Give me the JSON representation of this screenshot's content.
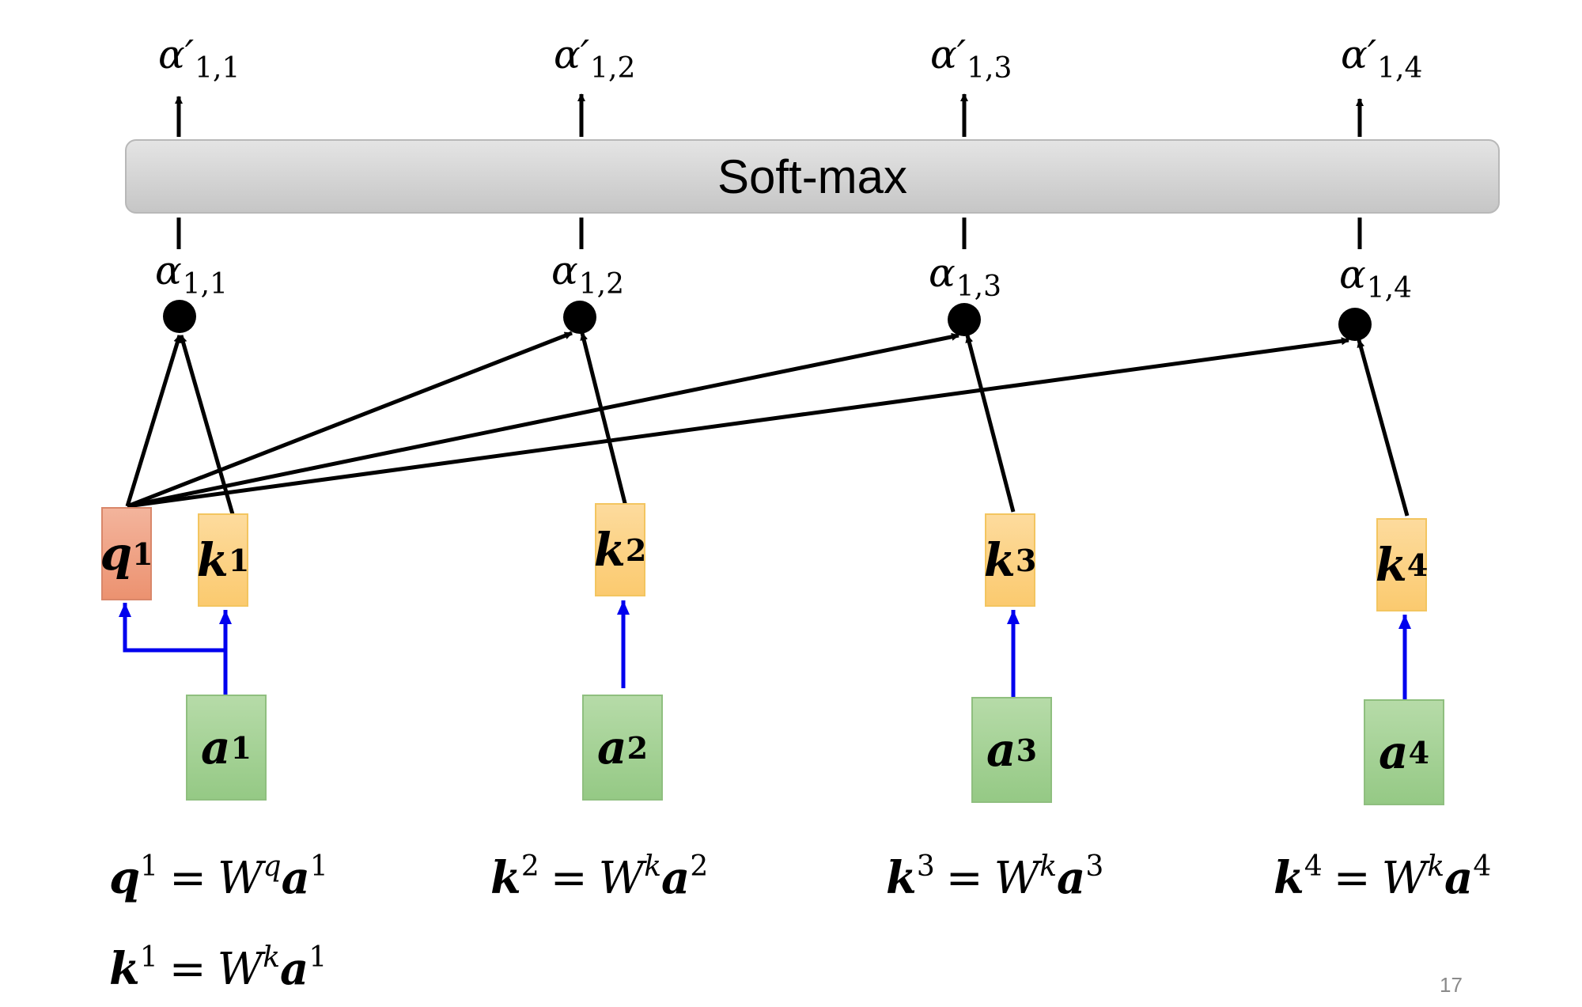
{
  "softmax_label": "Soft-max",
  "outputs": [
    "α′1,1",
    "α′1,2",
    "α′1,3",
    "α′1,4"
  ],
  "scores": [
    "α1,1",
    "α1,2",
    "α1,3",
    "α1,4"
  ],
  "vectors": {
    "q1": {
      "base": "q",
      "sup": "1"
    },
    "k1": {
      "base": "k",
      "sup": "1"
    },
    "k2": {
      "base": "k",
      "sup": "2"
    },
    "k3": {
      "base": "k",
      "sup": "3"
    },
    "k4": {
      "base": "k",
      "sup": "4"
    },
    "a1": {
      "base": "a",
      "sup": "1"
    },
    "a2": {
      "base": "a",
      "sup": "2"
    },
    "a3": {
      "base": "a",
      "sup": "3"
    },
    "a4": {
      "base": "a",
      "sup": "4"
    }
  },
  "equations": [
    {
      "lhs": "q",
      "lhs_sup": "1",
      "eq": "=",
      "w": "W",
      "w_sup": "q",
      "rhs": "a",
      "rhs_sup": "1"
    },
    {
      "lhs": "k",
      "lhs_sup": "2",
      "eq": "=",
      "w": "W",
      "w_sup": "k",
      "rhs": "a",
      "rhs_sup": "2"
    },
    {
      "lhs": "k",
      "lhs_sup": "3",
      "eq": "=",
      "w": "W",
      "w_sup": "k",
      "rhs": "a",
      "rhs_sup": "3"
    },
    {
      "lhs": "k",
      "lhs_sup": "4",
      "eq": "=",
      "w": "W",
      "w_sup": "k",
      "rhs": "a",
      "rhs_sup": "4"
    },
    {
      "lhs": "k",
      "lhs_sup": "1",
      "eq": "=",
      "w": "W",
      "w_sup": "k",
      "rhs": "a",
      "rhs_sup": "1"
    }
  ],
  "page_number": "17",
  "colors": {
    "query": "#ec9270",
    "key": "#fbca6f",
    "input": "#95c985",
    "projection_arrow": "#0000ee",
    "softmax": "#d0d0d0"
  }
}
